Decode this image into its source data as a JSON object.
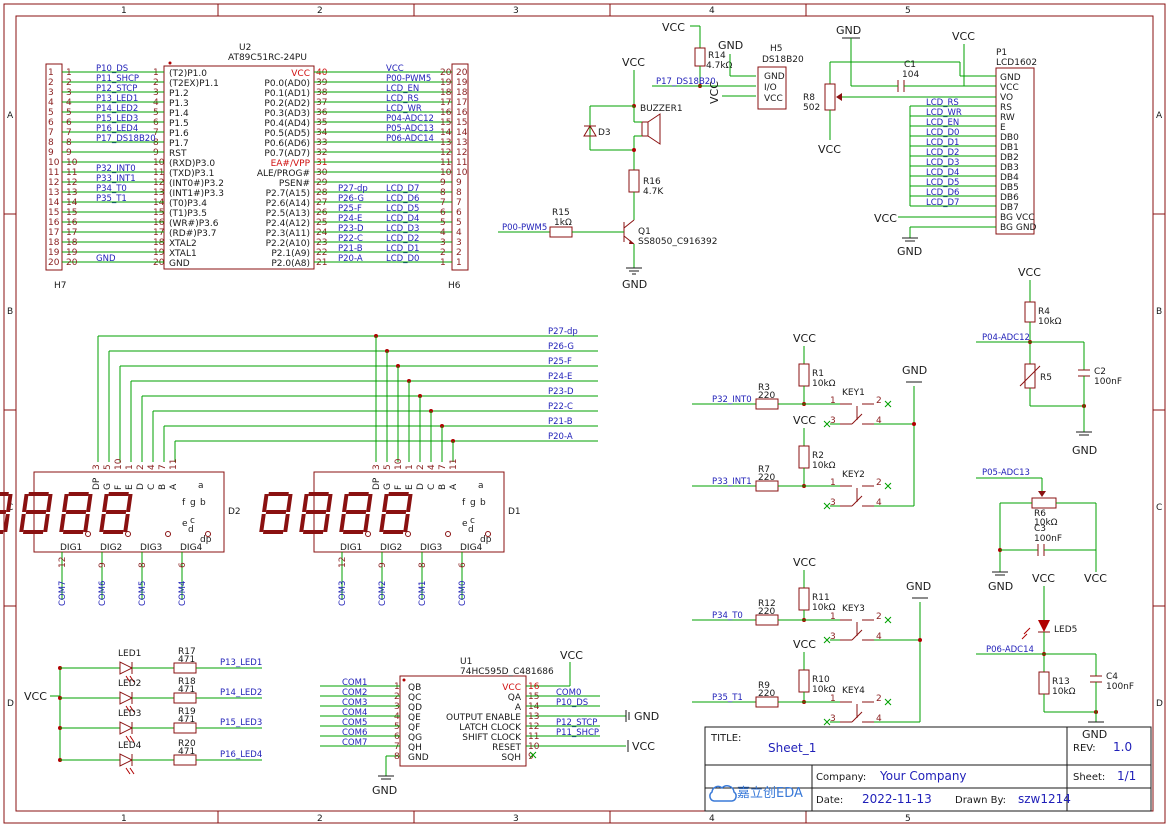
{
  "sheet": {
    "col_labels": [
      "1",
      "2",
      "3",
      "4",
      "5"
    ],
    "row_labels": [
      "A",
      "B",
      "C",
      "D"
    ]
  },
  "title_block": {
    "title_label": "TITLE:",
    "title_value": "Sheet_1",
    "rev_label": "REV:",
    "rev_value": "1.0",
    "company_label": "Company:",
    "company_value": "Your Company",
    "sheet_label": "Sheet:",
    "sheet_value": "1/1",
    "date_label": "Date:",
    "date_value": "2022-11-13",
    "drawn_label": "Drawn By:",
    "drawn_value": "szw1214",
    "logo_text": "嘉立创EDA"
  },
  "u2": {
    "ref": "U2",
    "value": "AT89C51RC-24PU",
    "left_pins": [
      "(T2)P1.0",
      "(T2EX)P1.1",
      "P1.2",
      "P1.3",
      "P1.4",
      "P1.5",
      "P1.6",
      "P1.7",
      "RST",
      "(RXD)P3.0",
      "(TXD)P3.1",
      "(INT0#)P3.2",
      "(INT1#)P3.3",
      "(T0)P3.4",
      "(T1)P3.5",
      "(WR#)P3.6",
      "(RD#)P3.7",
      "XTAL2",
      "XTAL1",
      "GND"
    ],
    "right_pins": [
      "VCC",
      "P0.0(AD0)",
      "P0.1(AD1)",
      "P0.2(AD2)",
      "P0.3(AD3)",
      "P0.4(AD4)",
      "P0.5(AD5)",
      "P0.6(AD6)",
      "P0.7(AD7)",
      "EA#/VPP",
      "ALE/PROG#",
      "PSEN#",
      "P2.7(A15)",
      "P2.6(A14)",
      "P2.5(A13)",
      "P2.4(A12)",
      "P2.3(A11)",
      "P2.2(A10)",
      "P2.1(A9)",
      "P2.0(A8)"
    ],
    "left_nums": [
      "1",
      "2",
      "3",
      "4",
      "5",
      "6",
      "7",
      "8",
      "9",
      "10",
      "11",
      "12",
      "13",
      "14",
      "15",
      "16",
      "17",
      "18",
      "19",
      "20"
    ],
    "right_nums": [
      "40",
      "39",
      "38",
      "37",
      "36",
      "35",
      "34",
      "33",
      "32",
      "31",
      "30",
      "29",
      "28",
      "27",
      "26",
      "25",
      "24",
      "23",
      "22",
      "21"
    ]
  },
  "h7": {
    "ref": "H7",
    "nets": [
      "P10_DS",
      "P11_SHCP",
      "P12_STCP",
      "P13_LED1",
      "P14_LED2",
      "P15_LED3",
      "P16_LED4",
      "P17_DS18B20",
      "",
      "",
      "P32_INT0",
      "P33_INT1",
      "P34_T0",
      "P35_T1",
      "",
      "",
      "",
      "",
      "",
      "GND"
    ]
  },
  "h6": {
    "ref": "H6",
    "nets": [
      "VCC",
      "P00-PWM5",
      "LCD_EN",
      "LCD_RS",
      "LCD_WR",
      "P04-ADC12",
      "P05-ADC13",
      "P06-ADC14",
      "",
      "",
      "",
      "",
      "LCD_D7",
      "LCD_D6",
      "LCD_D5",
      "LCD_D4",
      "LCD_D3",
      "LCD_D2",
      "LCD_D1",
      "LCD_D0"
    ],
    "mid_nets": [
      "P27-dp",
      "P26-G",
      "P25-F",
      "P24-E",
      "P23-D",
      "P22-C",
      "P21-B",
      "P20-A"
    ],
    "nums": [
      "20",
      "19",
      "18",
      "17",
      "16",
      "15",
      "14",
      "13",
      "12",
      "11",
      "10",
      "9",
      "8",
      "7",
      "6",
      "5",
      "4",
      "3",
      "2",
      "1"
    ]
  },
  "h5": {
    "ref": "H5",
    "value": "DS18B20",
    "pins": [
      "GND",
      "I/O",
      "VCC"
    ],
    "net": "P17_DS18B20"
  },
  "r14": {
    "ref": "R14",
    "value": "4.7kΩ"
  },
  "buzzer": {
    "ref": "BUZZER1"
  },
  "d3": {
    "ref": "D3"
  },
  "r16": {
    "ref": "R16",
    "value": "4.7K"
  },
  "r15": {
    "ref": "R15",
    "value": "1kΩ",
    "net": "P00-PWM5"
  },
  "q1": {
    "ref": "Q1",
    "value": "SS8050_C916392"
  },
  "lcd": {
    "ref": "P1",
    "value": "LCD1602",
    "pins": [
      "GND",
      "VCC",
      "VO",
      "RS",
      "RW",
      "E",
      "DB0",
      "DB1",
      "DB2",
      "DB3",
      "DB4",
      "DB5",
      "DB6",
      "DB7",
      "BG VCC",
      "BG GND"
    ],
    "nets": [
      "",
      "",
      "",
      "LCD_RS",
      "LCD_WR",
      "LCD_EN",
      "LCD_D0",
      "LCD_D1",
      "LCD_D2",
      "LCD_D3",
      "LCD_D4",
      "LCD_D5",
      "LCD_D6",
      "LCD_D7",
      "",
      ""
    ]
  },
  "c1": {
    "ref": "C1",
    "value": "104"
  },
  "r8": {
    "ref": "R8",
    "value": "502"
  },
  "disp_bus": [
    "P27-dp",
    "P26-G",
    "P25-F",
    "P24-E",
    "P23-D",
    "P22-C",
    "P21-B",
    "P20-A"
  ],
  "d2": {
    "ref": "D2",
    "top_pins": [
      "DP",
      "G",
      "F",
      "E",
      "D",
      "C",
      "B",
      "A"
    ],
    "top_nums": [
      "3",
      "5",
      "10",
      "1",
      "2",
      "4",
      "7",
      "11"
    ],
    "digits": [
      "DIG1",
      "DIG2",
      "DIG3",
      "DIG4"
    ],
    "bot_nums": [
      "12",
      "9",
      "8",
      "6"
    ],
    "bot_nets": [
      "COM7",
      "COM6",
      "COM5",
      "COM4"
    ],
    "seg_labels": [
      "a",
      "f",
      "g",
      "b",
      "e",
      "c",
      "d",
      "dp"
    ]
  },
  "d1": {
    "ref": "D1",
    "top_pins": [
      "DP",
      "G",
      "F",
      "E",
      "D",
      "C",
      "B",
      "A"
    ],
    "top_nums": [
      "3",
      "5",
      "10",
      "1",
      "2",
      "4",
      "7",
      "11"
    ],
    "digits": [
      "DIG1",
      "DIG2",
      "DIG3",
      "DIG4"
    ],
    "bot_nums": [
      "12",
      "9",
      "8",
      "6"
    ],
    "bot_nets": [
      "COM3",
      "COM2",
      "COM1",
      "COM0"
    ],
    "seg_labels": [
      "a",
      "f",
      "g",
      "b",
      "e",
      "c",
      "d",
      "dp"
    ]
  },
  "leds": {
    "vcc": "VCC",
    "items": [
      {
        "ref": "LED1",
        "r_ref": "R17",
        "r_val": "471",
        "net": "P13_LED1"
      },
      {
        "ref": "LED2",
        "r_ref": "R18",
        "r_val": "471",
        "net": "P14_LED2"
      },
      {
        "ref": "LED3",
        "r_ref": "R19",
        "r_val": "471",
        "net": "P15_LED3"
      },
      {
        "ref": "LED4",
        "r_ref": "R20",
        "r_val": "471",
        "net": "P16_LED4"
      }
    ]
  },
  "u1": {
    "ref": "U1",
    "value": "74HC595D_C481686",
    "left_nets": [
      "COM1",
      "COM2",
      "COM3",
      "COM4",
      "COM5",
      "COM6",
      "COM7",
      ""
    ],
    "left_nums": [
      "1",
      "2",
      "3",
      "4",
      "5",
      "6",
      "7",
      "8"
    ],
    "left_pins": [
      "QB",
      "QC",
      "QD",
      "QE",
      "QF",
      "QG",
      "QH",
      "GND"
    ],
    "right_pins": [
      "VCC",
      "QA",
      "A",
      "OUTPUT ENABLE",
      "LATCH CLOCK",
      "SHIFT CLOCK",
      "RESET",
      "SQH"
    ],
    "right_nums": [
      "16",
      "15",
      "14",
      "13",
      "12",
      "11",
      "10",
      "9"
    ],
    "right_nets": [
      "",
      "COM0",
      "P10_DS",
      "",
      "P12_STCP",
      "P11_SHCP",
      "",
      ""
    ]
  },
  "keys": [
    {
      "ref": "KEY1",
      "r_ref": "R3",
      "r_val": "220",
      "pr_ref": "R1",
      "pr_val": "10kΩ",
      "net": "P32_INT0"
    },
    {
      "ref": "KEY2",
      "r_ref": "R7",
      "r_val": "220",
      "pr_ref": "R2",
      "pr_val": "10kΩ",
      "net": "P33_INT1"
    },
    {
      "ref": "KEY3",
      "r_ref": "R12",
      "r_val": "220",
      "pr_ref": "R11",
      "pr_val": "10kΩ",
      "net": "P34_T0"
    },
    {
      "ref": "KEY4",
      "r_ref": "R9",
      "r_val": "220",
      "pr_ref": "R10",
      "pr_val": "10kΩ",
      "net": "P35_T1"
    }
  ],
  "key_pins": [
    "1",
    "2",
    "3",
    "4"
  ],
  "adc12": {
    "r4_ref": "R4",
    "r4_val": "10kΩ",
    "r5_ref": "R5",
    "c2_ref": "C2",
    "c2_val": "100nF",
    "net": "P04-ADC12"
  },
  "adc13": {
    "r6_ref": "R6",
    "r6_val": "10kΩ",
    "c3_ref": "C3",
    "c3_val": "100nF",
    "net": "P05-ADC13"
  },
  "adc14": {
    "led_ref": "LED5",
    "r13_ref": "R13",
    "r13_val": "10kΩ",
    "c4_ref": "C4",
    "c4_val": "100nF",
    "net": "P06-ADC14"
  },
  "power": {
    "vcc": "VCC",
    "gnd": "GND"
  }
}
